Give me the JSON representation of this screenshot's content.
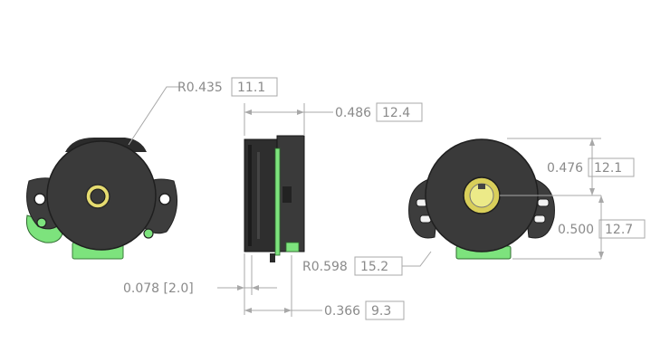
{
  "dimensions": {
    "radius_front_left": "R0.435",
    "radius_front_left_mm": "11.1",
    "depth_side": "0.486",
    "depth_side_mm": "12.4",
    "height_upper": "0.476",
    "height_upper_mm": "12.1",
    "height_lower": "0.500",
    "height_lower_mm": "12.7",
    "radius_rear": "R0.598",
    "radius_rear_mm": "15.2",
    "flange_thickness": "0.078 [2.0]",
    "body_depth": "0.366",
    "body_depth_mm": "9.3"
  },
  "colors": {
    "body": "#3a3a3a",
    "body_dark": "#222222",
    "accent_green": "#7de37d",
    "hub_yellow": "#e6dc70",
    "dimension": "#9a9a9a"
  }
}
